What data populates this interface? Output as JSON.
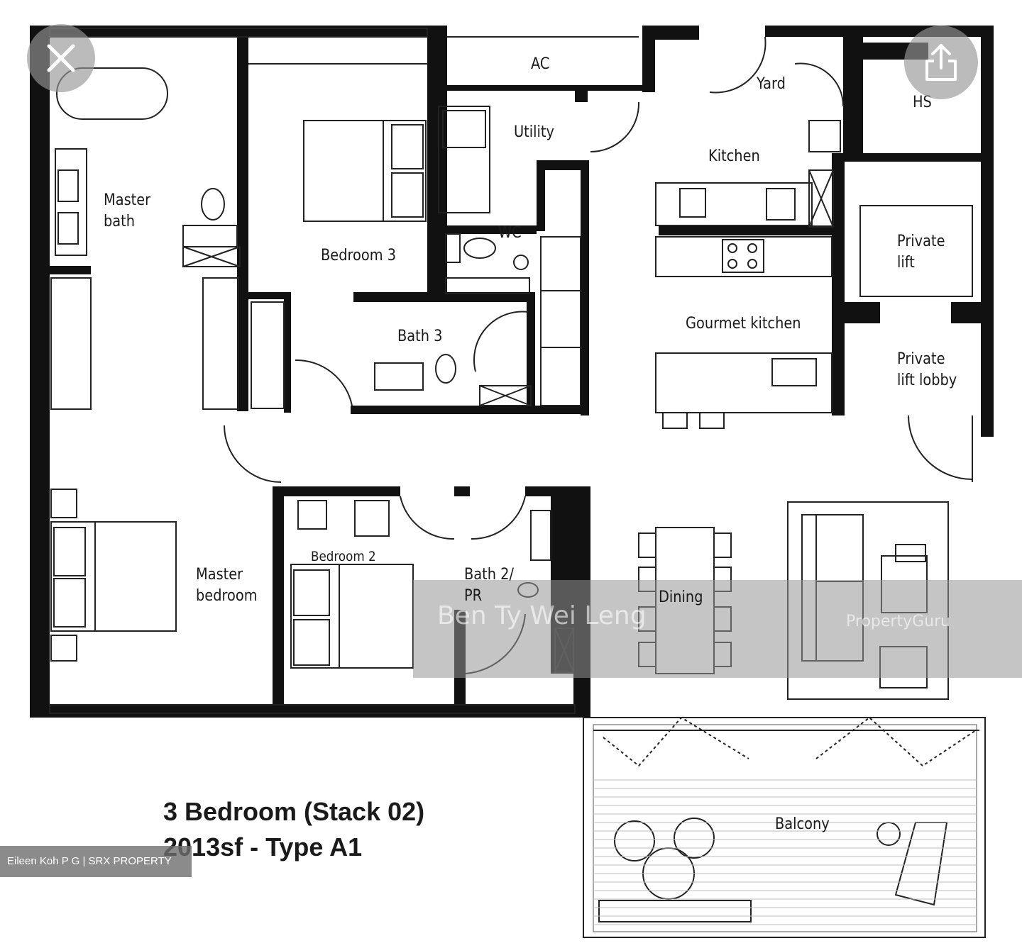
{
  "rooms": {
    "ac": "AC",
    "yard": "Yard",
    "hs": "HS",
    "utility": "Utility",
    "kitchen": "Kitchen",
    "master_bath": "Master\nbath",
    "bedroom3": "Bedroom 3",
    "wc": "WC",
    "private_lift": "Private\nlift",
    "bath3": "Bath 3",
    "gourmet_kitchen": "Gourmet kitchen",
    "private_lift_lobby": "Private\nlift lobby",
    "bedroom2": "Bedroom 2",
    "master_bedroom": "Master\nbedroom",
    "bath2": "Bath 2/\nPR",
    "dining": "Dining",
    "balcony": "Balcony"
  },
  "title": {
    "line1": "3 Bedroom (Stack 02)",
    "line2": "2013sf - Type A1"
  },
  "watermark": {
    "agent": "Ben Ty Wei Leng",
    "brand": "PropertyGuru"
  },
  "credit": "Eileen Koh P G | SRX PROPERTY",
  "icons": {
    "close": "close-icon",
    "share": "share-icon"
  }
}
